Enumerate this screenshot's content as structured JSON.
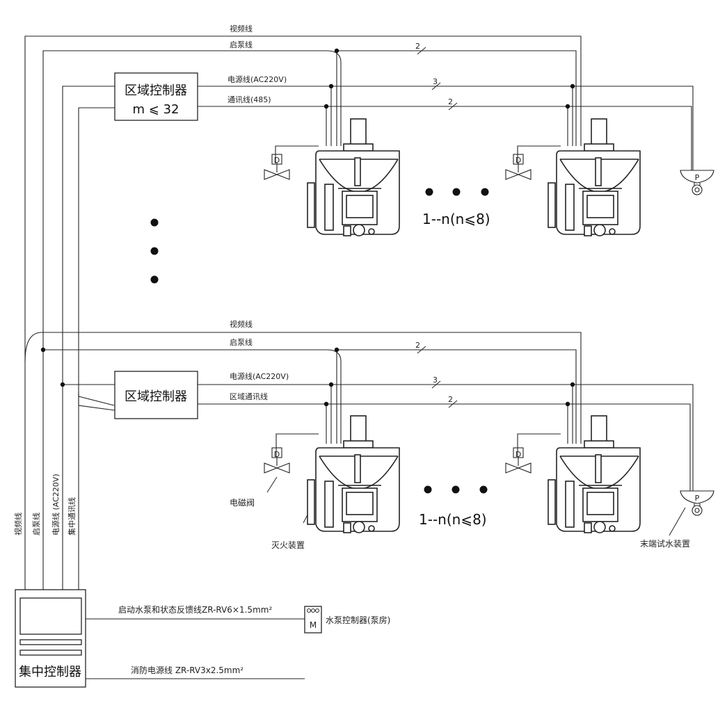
{
  "top_section": {
    "line_video": "视频线",
    "line_pump": "启泵线",
    "line_power": "电源线(AC220V)",
    "line_comm": "通讯线(485)",
    "zone_controller_title": "区域控制器",
    "zone_controller_limit": "m ⩽ 32",
    "count_pump": "2",
    "count_power": "3",
    "count_comm": "2",
    "device_range": "1--n(n⩽8)"
  },
  "bottom_section": {
    "line_video": "视频线",
    "line_pump": "启泵线",
    "line_power": "电源线(AC220V)",
    "line_comm": "区域通讯线",
    "zone_controller_title": "区域控制器",
    "count_pump": "2",
    "count_power": "3",
    "count_comm": "2",
    "device_range": "1--n(n⩽8)",
    "label_valve": "电磁阀",
    "label_extinguisher": "灭火装置",
    "label_test": "末端试水装置"
  },
  "vertical_labels": {
    "video": "视频线",
    "pump": "启泵线",
    "power": "电源线 (AC220V)",
    "comm": "集中通讯线"
  },
  "central_controller": {
    "title": "集中控制器",
    "feedback_line": "启动水泵和状态反馈线ZR-RV6×1.5mm²",
    "power_line": "消防电源线 ZR-RV3x2.5mm²"
  },
  "pump_controller": {
    "symbol": "M",
    "label": "水泵控制器(泵房)"
  },
  "symbols": {
    "valve_letter": "D",
    "test_letter": "P"
  }
}
